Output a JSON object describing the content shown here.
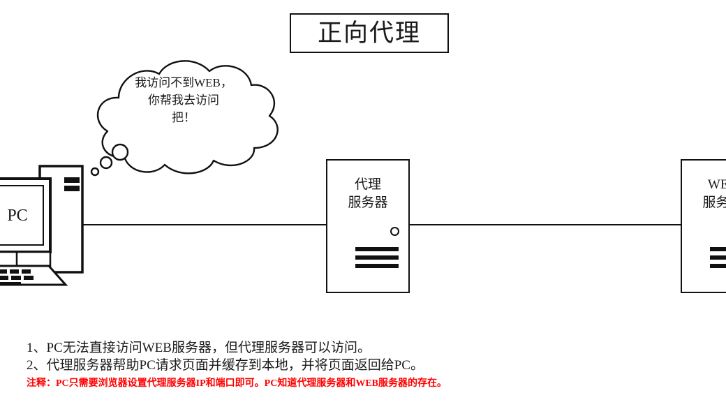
{
  "title": {
    "text": "正向代理"
  },
  "thought_bubble": {
    "lines": [
      "我访问不到WEB，",
      "你帮我去访问",
      "把！"
    ],
    "text": "我访问不到WEB，\n你帮我去访问\n把！"
  },
  "nodes": {
    "pc": {
      "label": "PC",
      "icon": "desktop-computer-icon"
    },
    "proxy_server": {
      "label": "代理\n服务器",
      "icon": "server-icon"
    },
    "web_server": {
      "label": "WEB\n服务器",
      "icon": "server-icon"
    }
  },
  "notes": {
    "line1": "1、PC无法直接访问WEB服务器，但代理服务器可以访问。",
    "line2": "2、代理服务器帮助PC请求页面并缓存到本地，并将页面返回给PC。",
    "red_note": "注释：PC只需要浏览器设置代理服务器IP和端口即可。PC知道代理服务器和WEB服务器的存在。"
  },
  "colors": {
    "ink": "#111111",
    "note_red": "#ff0000",
    "background": "#ffffff"
  }
}
